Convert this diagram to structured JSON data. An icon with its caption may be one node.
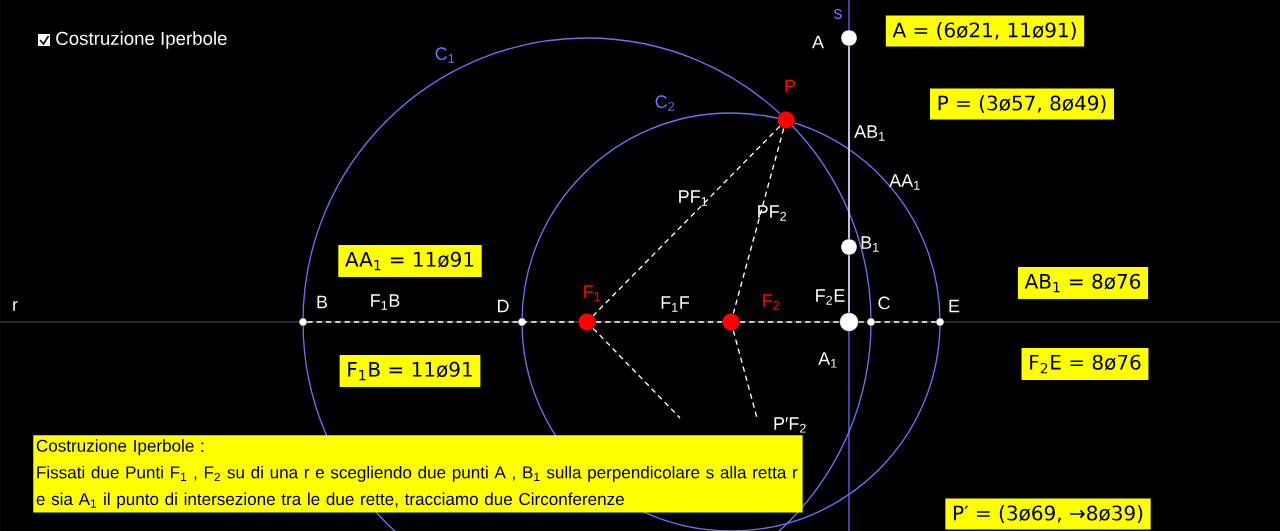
{
  "diagram": {
    "nodes": [
      {
        "text": [
          "A"
        ]
      },
      {
        "text": [
          "P"
        ]
      },
      {
        "text": [
          "B$_{1}$"
        ]
      },
      {
        "text": [
          "B"
        ]
      },
      {
        "text": [
          "D"
        ]
      },
      {
        "text": [
          "F$_{1}$"
        ]
      },
      {
        "text": [
          "F$_{2}$"
        ]
      },
      {
        "text": [
          "A$_{1}$"
        ]
      },
      {
        "text": [
          "C"
        ]
      },
      {
        "text": [
          "E"
        ]
      },
      {
        "text": [
          "A = (6ø21, 11ø91)"
        ]
      },
      {
        "text": [
          "P = (3ø57, 8ø49)"
        ]
      },
      {
        "text": [
          "AA$_{1}$ = 11ø91"
        ]
      },
      {
        "text": [
          "AB$_{1}$ = 8ø76"
        ]
      },
      {
        "text": [
          "F$_{1}$B = 11ø91"
        ]
      },
      {
        "text": [
          "F$_{2}$E = 8ø76"
        ]
      },
      {
        "text": [
          "P′ = (3ø69, →8ø39)"
        ]
      },
      {
        "text": [
          "Costruzione Iperbole :",
          "Fissati due Punti F$_{1}$ , F$_{2}$ su di una r e scegliendo due punti A , B$_{1}$ sulla perpendicolare s alla retta r e sia A$_{1}$ il punto di intersezione tra le due rette, tracciamo due Circonferenze"
        ]
      }
    ],
    "edges": [
      {
        "from": 3,
        "to": 5,
        "arrow": "none",
        "style": "dashed",
        "label": "F$_{1}$B"
      },
      {
        "from": 5,
        "to": 6,
        "arrow": "none",
        "style": "dashed",
        "label": "F$_{1}$F"
      },
      {
        "from": 6,
        "to": 7,
        "arrow": "none",
        "style": "dashed",
        "label": "F$_{2}$E"
      },
      {
        "from": 7,
        "to": 8,
        "arrow": "none",
        "style": "dashed"
      },
      {
        "from": 8,
        "to": 9,
        "arrow": "none",
        "style": "dashed"
      },
      {
        "from": 1,
        "to": 5,
        "arrow": "none",
        "style": "dashed",
        "label": "PF$_{1}$"
      },
      {
        "from": 1,
        "to": 6,
        "arrow": "none",
        "style": "dashed",
        "label": "PF$_{2}$"
      },
      {
        "from": 5,
        "to": null,
        "arrow": "none",
        "style": "dashed"
      },
      {
        "from": 6,
        "to": null,
        "arrow": "none",
        "style": "dashed",
        "label": "P′F$_{2}$"
      },
      {
        "from": 0,
        "to": 2,
        "arrow": "none",
        "label": "AB$_{1}$"
      },
      {
        "from": 2,
        "to": 7,
        "arrow": "none"
      }
    ],
    "labels": [
      "Costruzione Iperbole",
      "C$_{1}$",
      "C$_{2}$",
      "AA$_{1}$",
      "s",
      "r"
    ]
  }
}
